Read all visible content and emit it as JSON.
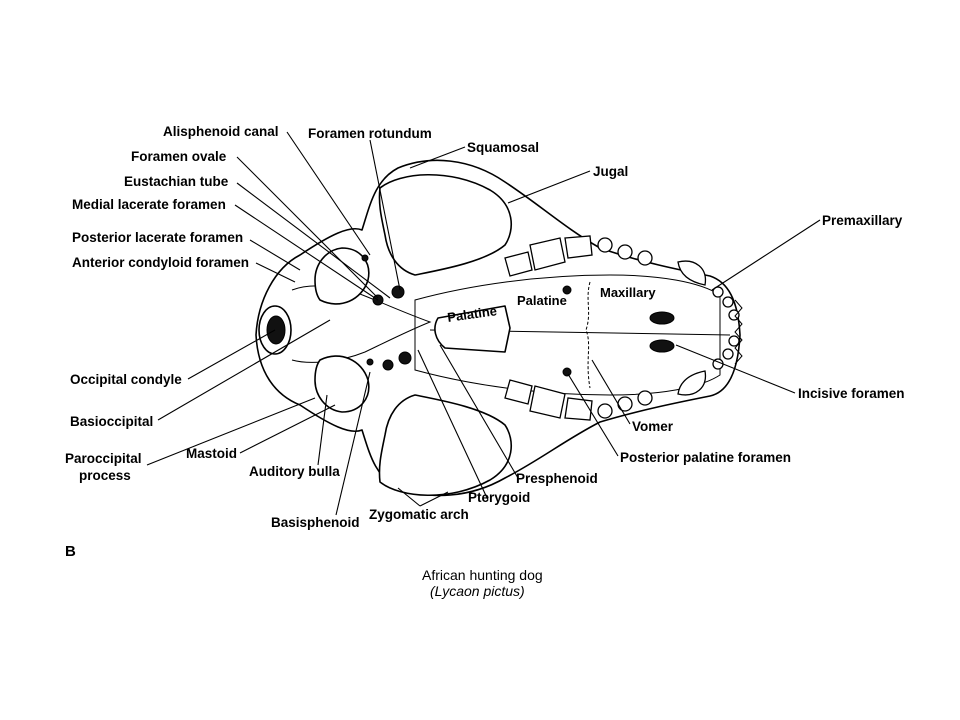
{
  "figure": {
    "panel_letter": "B",
    "caption": {
      "common_name": "African hunting dog",
      "scientific_name": "(Lycaon pictus)"
    }
  },
  "labels": {
    "alisphenoid_canal": "Alisphenoid canal",
    "foramen_rotundum": "Foramen rotundum",
    "squamosal": "Squamosal",
    "foramen_ovale": "Foramen ovale",
    "jugal": "Jugal",
    "eustachian_tube": "Eustachian tube",
    "medial_lacerate_foramen": "Medial lacerate foramen",
    "premaxillary": "Premaxillary",
    "posterior_lacerate_foramen": "Posterior lacerate foramen",
    "anterior_condyloid_foramen": "Anterior condyloid foramen",
    "palatine_upper": "Palatine",
    "maxillary": "Maxillary",
    "palatine_boxed": "Palatine",
    "occipital_condyle": "Occipital condyle",
    "incisive_foramen": "Incisive foramen",
    "basioccipital": "Basioccipital",
    "vomer": "Vomer",
    "paroccipital_line1": "Paroccipital",
    "paroccipital_line2": "process",
    "mastoid": "Mastoid",
    "posterior_palatine_foramen": "Posterior palatine foramen",
    "auditory_bulla": "Auditory bulla",
    "presphenoid": "Presphenoid",
    "pterygoid": "Pterygoid",
    "zygomatic_arch": "Zygomatic arch",
    "basisphenoid": "Basisphenoid"
  }
}
